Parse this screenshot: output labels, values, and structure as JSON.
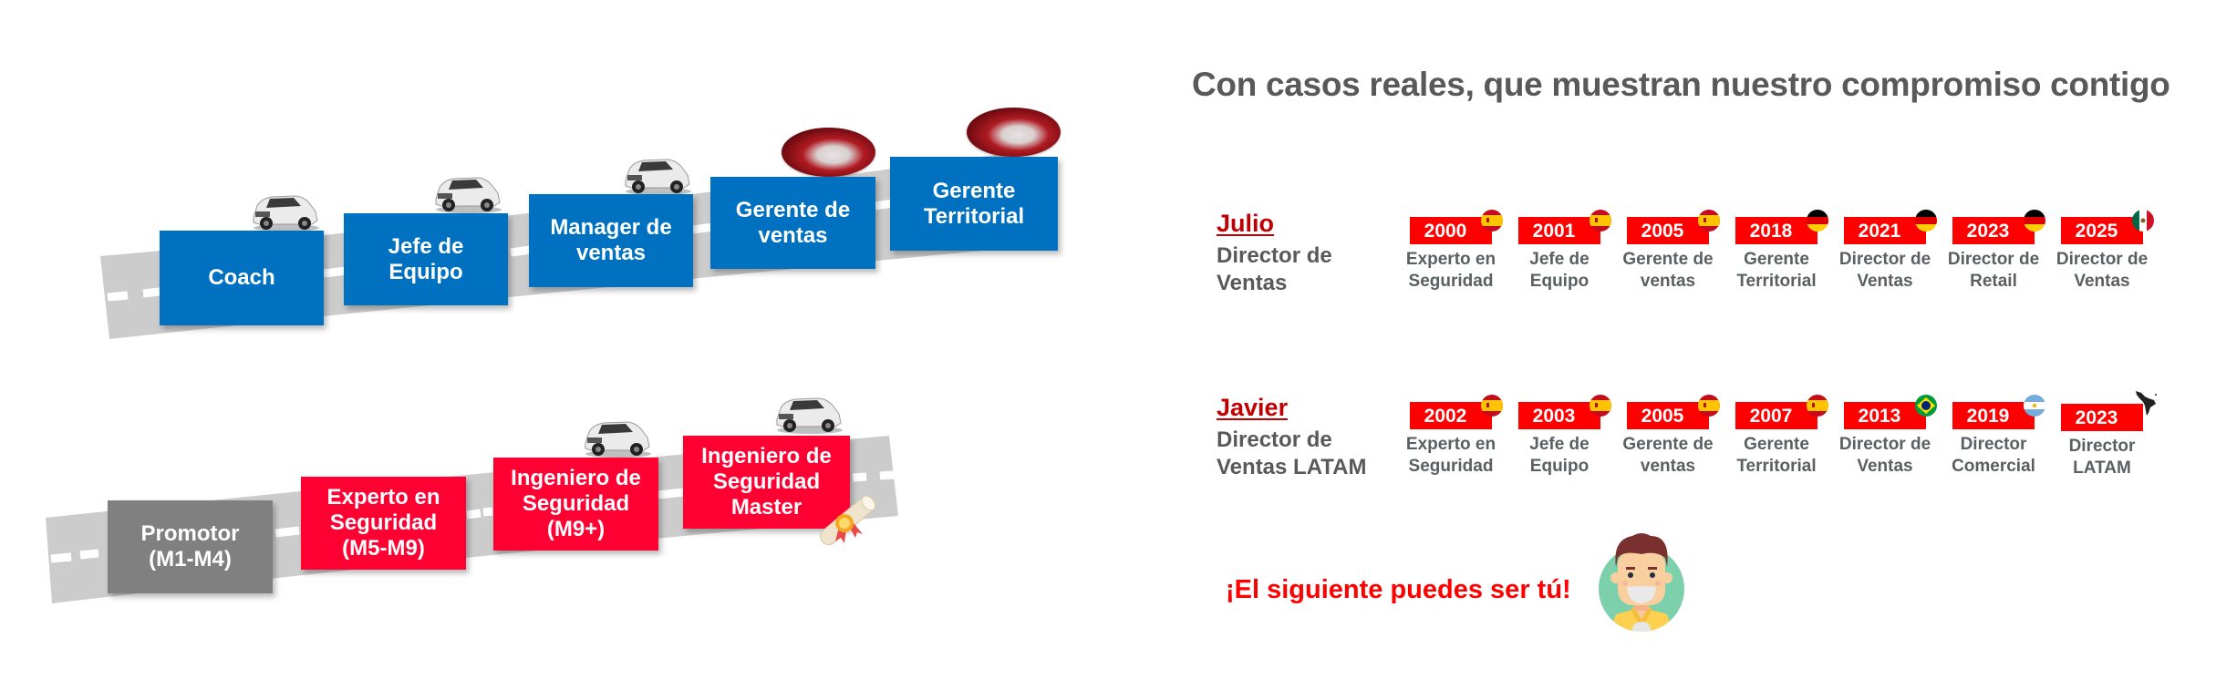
{
  "left_diagram": {
    "top_path": {
      "color": "#0070c0",
      "steps": [
        {
          "label": "Coach",
          "vehicle": "white-suv"
        },
        {
          "label": "Jefe de\nEquipo",
          "vehicle": "white-suv"
        },
        {
          "label": "Manager de\nventas",
          "vehicle": "white-suv"
        },
        {
          "label": "Gerente de\nventas",
          "vehicle": "red-coupe-photo"
        },
        {
          "label": "Gerente\nTerritorial",
          "vehicle": "red-coupe-photo"
        }
      ]
    },
    "bottom_path": {
      "steps": [
        {
          "label": "Promotor\n(M1-M4)",
          "color": "#808080",
          "vehicle": null
        },
        {
          "label": "Experto en\nSeguridad\n(M5-M9)",
          "color": "#ff0033",
          "vehicle": null
        },
        {
          "label": "Ingeniero de\nSeguridad\n(M9+)",
          "color": "#ff0033",
          "vehicle": "white-suv"
        },
        {
          "label": "Ingeniero de\nSeguridad\nMaster",
          "color": "#ff0033",
          "vehicle": "white-suv",
          "decoration": "diploma-icon"
        }
      ]
    }
  },
  "right_section": {
    "headline": "Con casos reales, que muestran nuestro compromiso contigo",
    "cases": [
      {
        "name": "Julio",
        "role": "Director de\nVentas",
        "milestones": [
          {
            "year": "2000",
            "flag": "spain",
            "label": "Experto en\nSeguridad"
          },
          {
            "year": "2001",
            "flag": "spain",
            "label": "Jefe de\nEquipo"
          },
          {
            "year": "2005",
            "flag": "spain",
            "label": "Gerente de\nventas"
          },
          {
            "year": "2018",
            "flag": "germany",
            "label": "Gerente\nTerritorial"
          },
          {
            "year": "2021",
            "flag": "germany",
            "label": "Director de\nVentas"
          },
          {
            "year": "2023",
            "flag": "germany",
            "label": "Director de\nRetail"
          },
          {
            "year": "2025",
            "flag": "mexico",
            "label": "Director de\nVentas"
          }
        ]
      },
      {
        "name": "Javier",
        "role": "Director de\nVentas LATAM",
        "milestones": [
          {
            "year": "2002",
            "flag": "spain",
            "label": "Experto en\nSeguridad"
          },
          {
            "year": "2003",
            "flag": "spain",
            "label": "Jefe de\nEquipo"
          },
          {
            "year": "2005",
            "flag": "spain",
            "label": "Gerente de\nventas"
          },
          {
            "year": "2007",
            "flag": "spain",
            "label": "Gerente\nTerritorial"
          },
          {
            "year": "2013",
            "flag": "brazil",
            "label": "Director de\nVentas"
          },
          {
            "year": "2019",
            "flag": "argentina",
            "label": "Director\nComercial"
          },
          {
            "year": "2023",
            "flag": "latam-map",
            "label": "Director\nLATAM"
          }
        ]
      }
    ],
    "call_to_action": "¡El siguiente puedes ser tú!",
    "avatar": "smiling-man-avatar"
  },
  "colors": {
    "blue_step": "#0070c0",
    "red_step": "#ff0033",
    "gray_step": "#808080",
    "badge_red": "#ff0000",
    "name_red": "#c00000",
    "text_gray": "#595959",
    "road": "#cccccc"
  }
}
